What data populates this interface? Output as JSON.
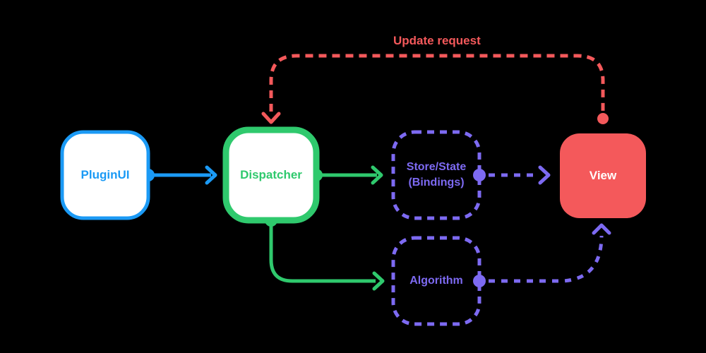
{
  "diagram": {
    "background_color": "#000000",
    "colors": {
      "blue": "#1b9af5",
      "green": "#2fc96d",
      "purple": "#7d6af2",
      "red": "#f4595b",
      "node_fill_white": "#ffffff",
      "view_text": "#ffffff"
    },
    "nodes": {
      "plugin_ui": {
        "label": "PluginUI",
        "style": "white fill, solid blue border, rounded"
      },
      "dispatcher": {
        "label": "Dispatcher",
        "style": "white fill, thick solid green border, rounded"
      },
      "store_state": {
        "label": "Store/State",
        "label2": "(Bindings)",
        "style": "no fill, dashed purple border, rounded"
      },
      "algorithm": {
        "label": "Algorithm",
        "style": "no fill, dashed purple border, rounded"
      },
      "view": {
        "label": "View",
        "style": "solid red fill, rounded, white text"
      }
    },
    "edges": [
      {
        "from": "PluginUI",
        "to": "Dispatcher",
        "color": "#1b9af5",
        "style": "solid",
        "shape": "straight-right"
      },
      {
        "from": "Dispatcher",
        "to": "Store/State (Bindings)",
        "color": "#2fc96d",
        "style": "solid",
        "shape": "straight-right"
      },
      {
        "from": "Dispatcher",
        "to": "Algorithm",
        "color": "#2fc96d",
        "style": "solid",
        "shape": "down-then-right"
      },
      {
        "from": "Store/State (Bindings)",
        "to": "View",
        "color": "#7d6af2",
        "style": "dashed",
        "shape": "straight-right"
      },
      {
        "from": "Algorithm",
        "to": "View",
        "color": "#7d6af2",
        "style": "dashed",
        "shape": "right-then-up"
      },
      {
        "from": "View",
        "to": "Dispatcher",
        "color": "#f4595b",
        "style": "dashed",
        "shape": "up-left-down",
        "label": "Update request"
      }
    ],
    "annotation": {
      "update_request": "Update request"
    }
  }
}
